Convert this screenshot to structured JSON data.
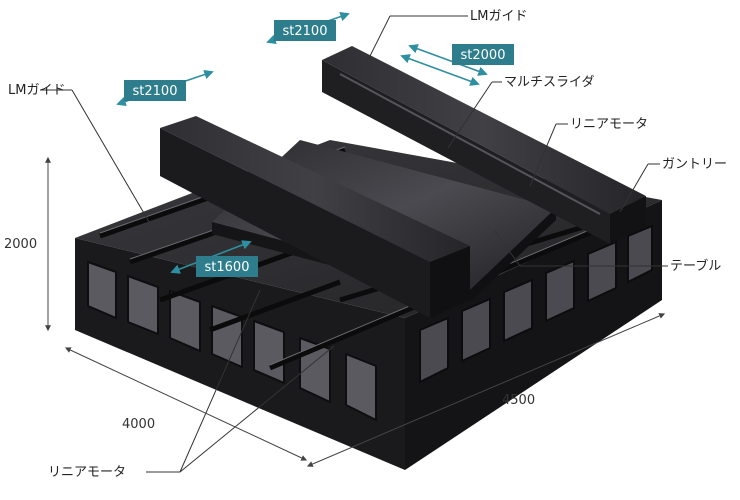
{
  "colors": {
    "machine_dark": "#1c1c1e",
    "machine_mid": "#2b2b2e",
    "machine_light": "#45454a",
    "tag_bg": "#2e7d8c",
    "arrow": "#2e8fa0"
  },
  "labels": {
    "lm_guide_top": "LMガイド",
    "lm_guide_left": "LMガイド",
    "multi_slider": "マルチスライダ",
    "linear_motor_right": "リニアモータ",
    "gantry": "ガントリー",
    "table": "テーブル",
    "linear_motor_bottom": "リニアモータ"
  },
  "strokes": {
    "top_left": "st2100",
    "top_center": "st2100",
    "top_right": "st2000",
    "middle": "st1600"
  },
  "dimensions": {
    "height": "2000",
    "depth": "4000",
    "width": "4500"
  }
}
